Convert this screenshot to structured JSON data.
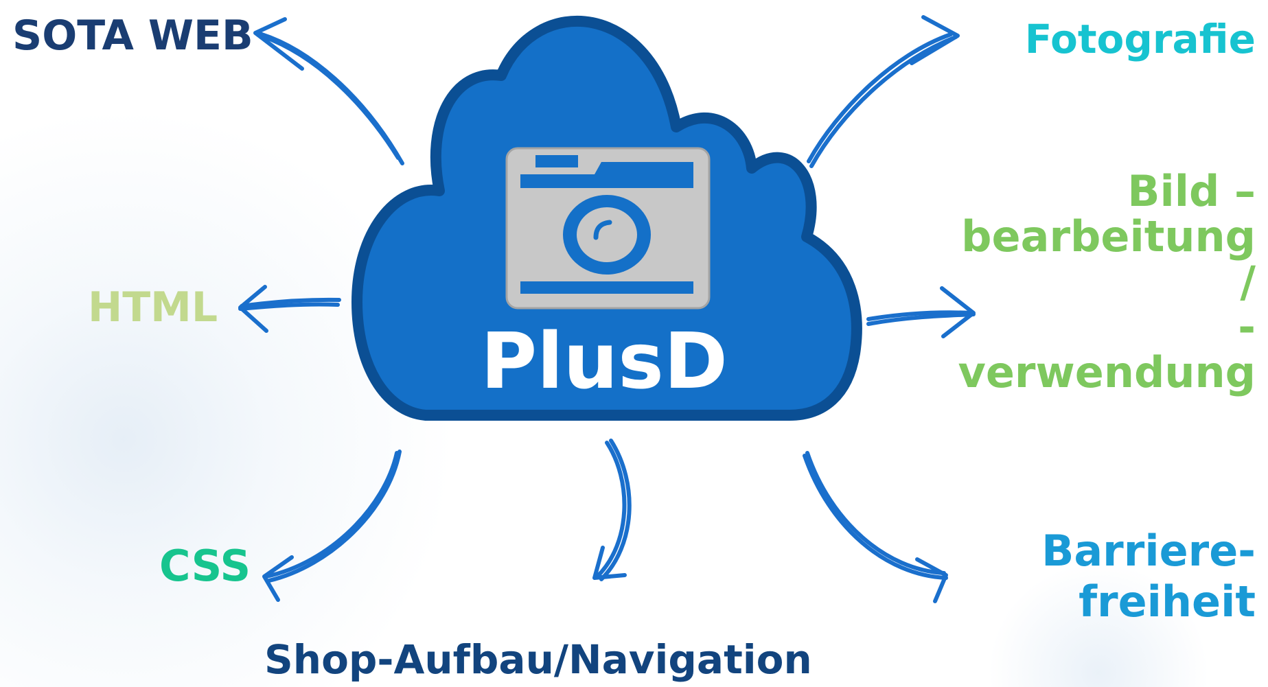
{
  "center": {
    "label": "PlusD",
    "icon": "camera-icon",
    "cloud_color": "#1470c8",
    "cloud_outline": "#0b4f94"
  },
  "topics": {
    "sota_web": {
      "label": "SOTA WEB",
      "color": "#1a3d72"
    },
    "html": {
      "label": "HTML",
      "color": "#c2d98e"
    },
    "css": {
      "label": "CSS",
      "color": "#17c48e"
    },
    "shop": {
      "label": "Shop-Aufbau/Navigation",
      "color": "#12447e"
    },
    "fotografie": {
      "label": "Fotografie",
      "color": "#17c3d0"
    },
    "bild": {
      "lines": [
        "Bild –",
        "bearbeitung",
        "/",
        "-",
        "verwendung"
      ],
      "color": "#7ec85e"
    },
    "barriere": {
      "lines": [
        "Barriere-",
        "freiheit"
      ],
      "color": "#1a9ad6"
    }
  },
  "arrow_color": "#1a6fcc"
}
